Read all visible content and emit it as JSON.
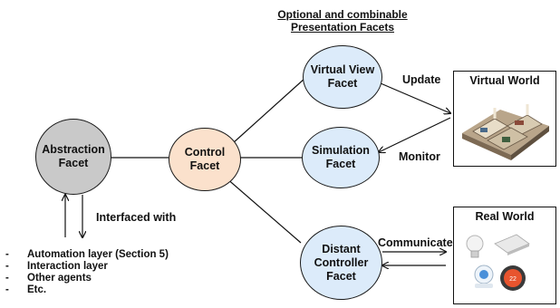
{
  "title": "Optional and combinable Presentation Facets",
  "nodes": {
    "abstraction": "Abstraction\nFacet",
    "control": "Control\nFacet",
    "virtual_view": "Virtual View\nFacet",
    "simulation": "Simulation\nFacet",
    "distant_controller": "Distant\nController\nFacet"
  },
  "edge_labels": {
    "update": "Update",
    "monitor": "Monitor",
    "communicate": "Communicate",
    "interfaced_with": "Interfaced with"
  },
  "boxes": {
    "virtual_world": "Virtual World",
    "real_world": "Real World"
  },
  "interfaced_list": [
    "Automation layer (Section 5)",
    "Interaction layer",
    "Other agents",
    "Etc."
  ],
  "colors": {
    "facet_blue": "#dcebfa",
    "control_orange": "#fbe1cc",
    "abstraction_gray": "#c9c9c9"
  },
  "icons": [
    "house-3d-image",
    "light-bulb-icon",
    "smart-switch-icon",
    "motion-sensor-icon",
    "thermostat-icon"
  ]
}
